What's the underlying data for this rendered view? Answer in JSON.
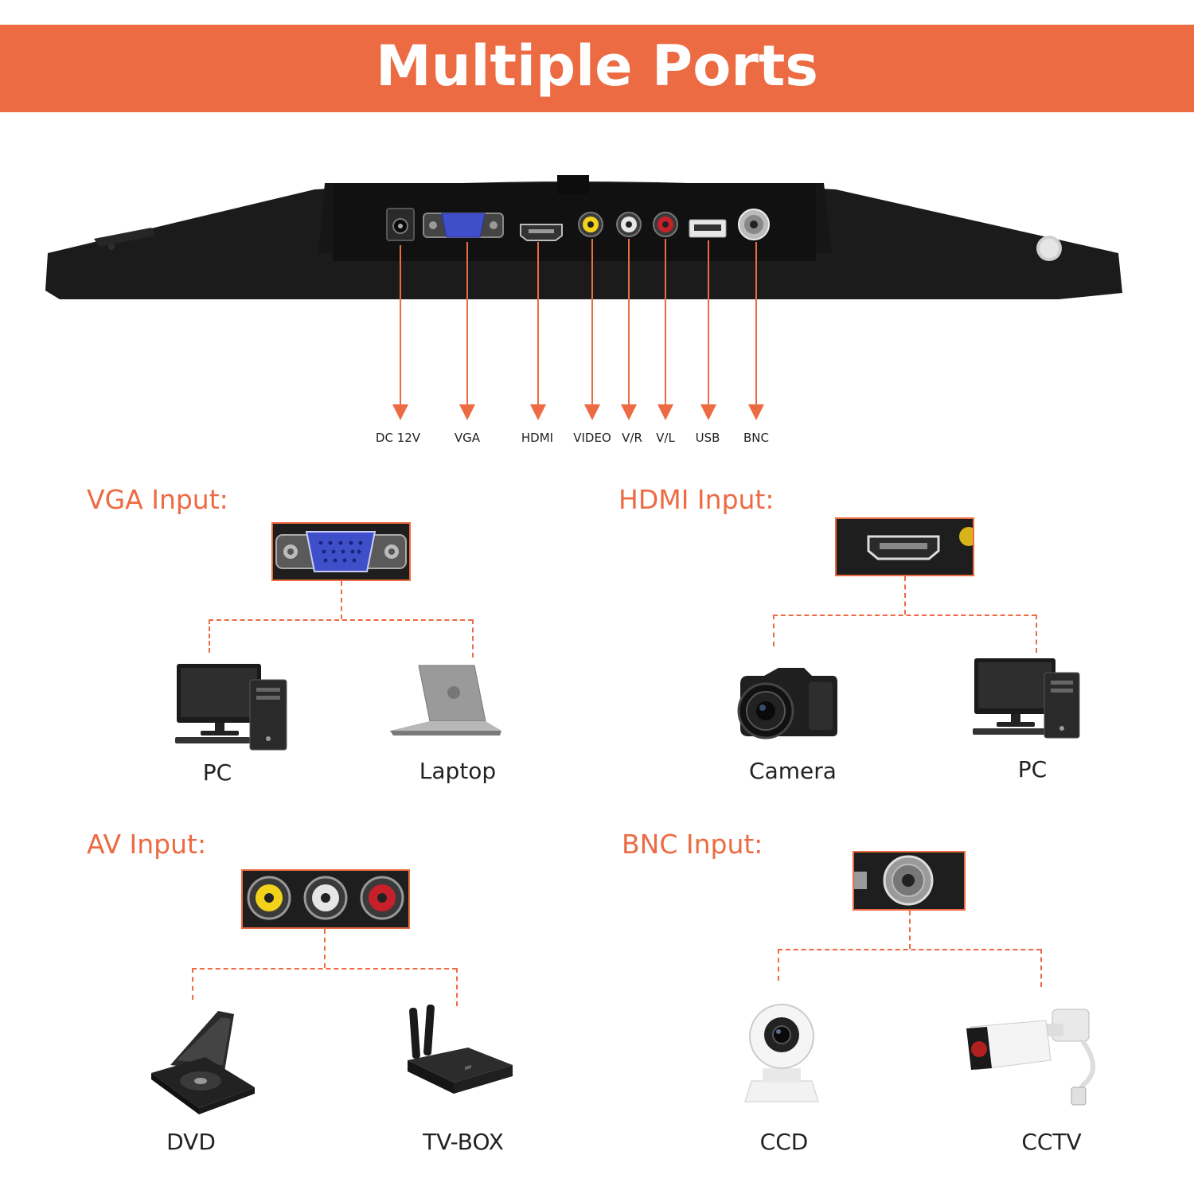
{
  "header": {
    "title": "Multiple Ports"
  },
  "ports": {
    "dc": "DC 12V",
    "vga": "VGA",
    "hdmi": "HDMI",
    "video": "VIDEO",
    "vr": "V/R",
    "vl": "V/L",
    "usb": "USB",
    "bnc": "BNC"
  },
  "sections": {
    "vga": {
      "title": "VGA Input:",
      "devices": [
        "PC",
        "Laptop"
      ]
    },
    "hdmi": {
      "title": "HDMI Input:",
      "devices": [
        "Camera",
        "PC"
      ]
    },
    "av": {
      "title": "AV Input:",
      "devices": [
        "DVD",
        "TV-BOX"
      ]
    },
    "bnc": {
      "title": "BNC Input:",
      "devices": [
        "CCD",
        "CCTV"
      ]
    }
  },
  "colors": {
    "accent": "#ec6b43",
    "monitor": "#1b1b1b",
    "vga_connector": "#3f4fc9",
    "rca_yellow": "#f2d21a",
    "rca_white": "#e6e6e6",
    "rca_red": "#c8202a"
  },
  "icons": [
    "dc-jack-icon",
    "vga-port-icon",
    "hdmi-port-icon",
    "rca-yellow-icon",
    "rca-white-icon",
    "rca-red-icon",
    "usb-port-icon",
    "bnc-port-icon",
    "desktop-pc-icon",
    "laptop-icon",
    "dslr-camera-icon",
    "dvd-player-icon",
    "tv-box-icon",
    "ccd-camera-icon",
    "cctv-camera-icon"
  ]
}
